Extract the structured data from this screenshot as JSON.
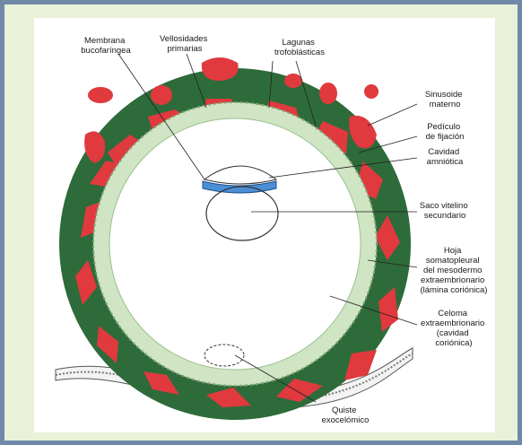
{
  "labels": {
    "membrana": [
      "Membrana",
      "bucofaríngea"
    ],
    "vellosidades": [
      "Vellosidades",
      "primarias"
    ],
    "lagunas": [
      "Lagunas",
      "trofoblásticas"
    ],
    "sinusoide": [
      "Sinusoide",
      "materno"
    ],
    "pediculo": [
      "Pedículo",
      "de fijación"
    ],
    "cavidad": [
      "Cavidad",
      "amniótica"
    ],
    "saco": [
      "Saco vitelino",
      "secundario"
    ],
    "hoja": [
      "Hoja",
      "somatopleural",
      "del mesodermo",
      "extraembrionario",
      "(lámina coriónica)"
    ],
    "celoma": [
      "Celoma",
      "extraembrionario",
      "(cavidad",
      "coriónica)"
    ],
    "quiste": [
      "Quiste",
      "exocelómico"
    ]
  },
  "colors": {
    "frame": "#7089a8",
    "background": "#e9f1d9",
    "paper": "#ffffff",
    "mesoderm": "#2e6b3a",
    "lacunae": "#e0393e",
    "cytotrophoblast": "#cfe5c3",
    "amnion": "#4a8fd6"
  }
}
